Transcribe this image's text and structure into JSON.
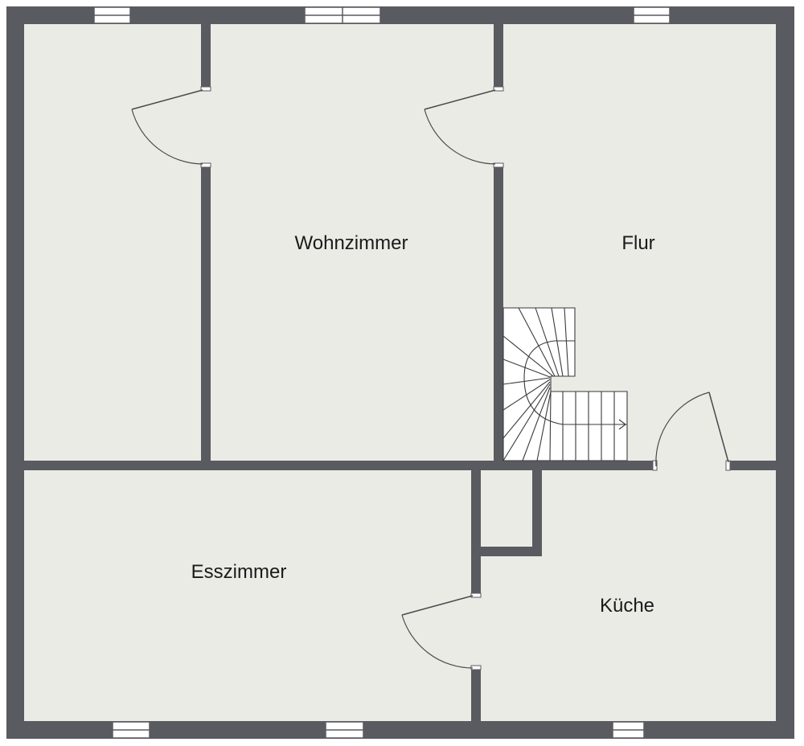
{
  "rooms": {
    "wohnzimmer": "Wohnzimmer",
    "flur": "Flur",
    "esszimmer": "Esszimmer",
    "kueche": "Küche"
  },
  "colors": {
    "wall": "#5a5b60",
    "floor": "#ebebe5",
    "window": "#ffffff"
  }
}
